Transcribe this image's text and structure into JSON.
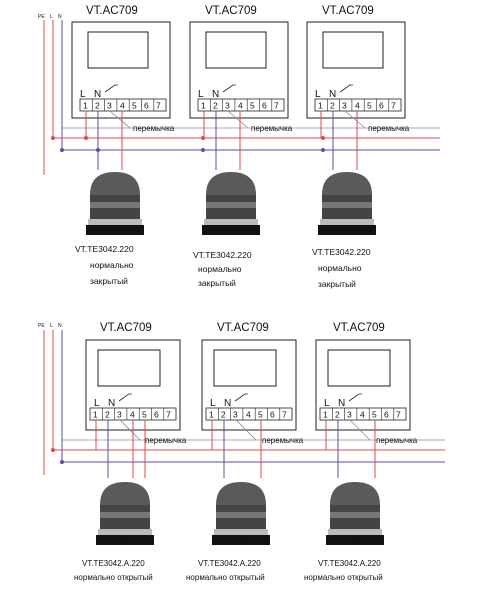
{
  "bus_labels": [
    "PE",
    "L",
    "N"
  ],
  "thermostat_model": "VT.AC709",
  "terminal_letters": [
    "L",
    "N"
  ],
  "terminal_numbers": [
    "1",
    "2",
    "3",
    "4",
    "5",
    "6",
    "7"
  ],
  "jumper_label": "перемычка",
  "sections": [
    {
      "id": "nc",
      "actuator_model": "VT.TE3042.220",
      "actuator_line2": "нормально",
      "actuator_line3": "закрытый",
      "units": 3
    },
    {
      "id": "no",
      "actuator_model": "VT.TE3042.A.220",
      "actuator_line2": "нормально открытый",
      "units": 3
    }
  ],
  "colors": {
    "wire_red": "#e04a4a",
    "wire_blue": "#5a4fa6",
    "wire_gray": "#8a8aa0",
    "line_dark": "#222222"
  }
}
